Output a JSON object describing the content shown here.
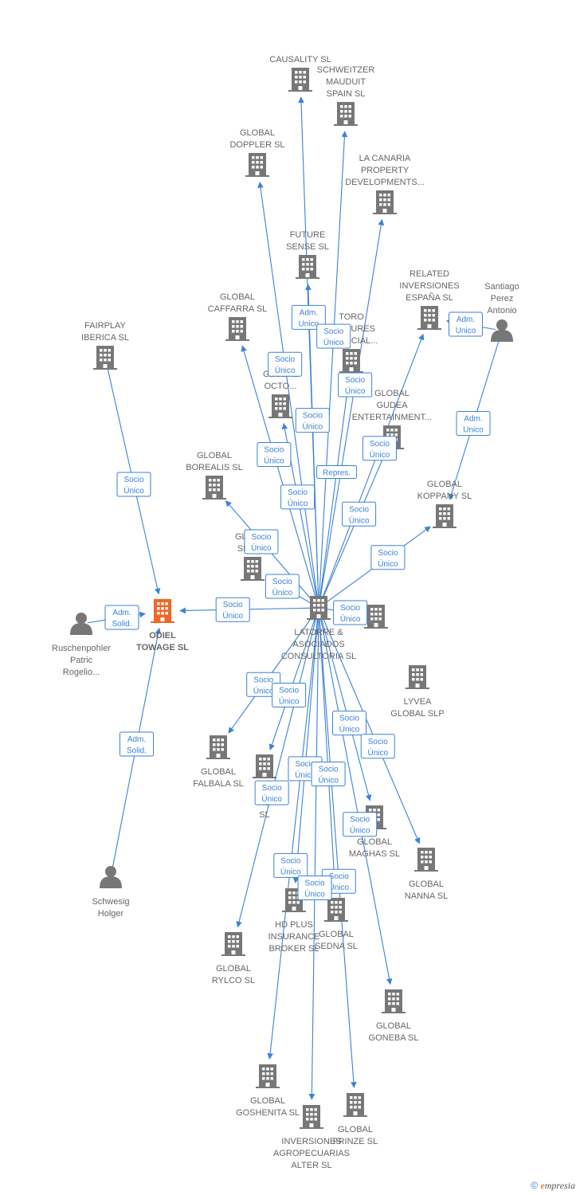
{
  "colors": {
    "edge": "#3b82d6",
    "company": "#777777",
    "focus": "#f26522",
    "person": "#777777"
  },
  "nodes": [
    {
      "id": "causality",
      "kind": "company",
      "lines": [
        "CAUSALITY  SL"
      ]
    },
    {
      "id": "schweitzer",
      "kind": "company",
      "lines": [
        "SCHWEITZER",
        "MAUDUIT",
        "SPAIN SL"
      ]
    },
    {
      "id": "doppler",
      "kind": "company",
      "lines": [
        "GLOBAL",
        "DOPPLER  SL"
      ]
    },
    {
      "id": "lacanaria",
      "kind": "company",
      "lines": [
        "LA CANARIA",
        "PROPERTY",
        "DEVELOPMENTS..."
      ]
    },
    {
      "id": "future",
      "kind": "company",
      "lines": [
        "FUTURE",
        "SENSE  SL"
      ]
    },
    {
      "id": "related",
      "kind": "company",
      "lines": [
        "RELATED",
        "INVERSIONES",
        "ESPAÑA  SL"
      ]
    },
    {
      "id": "santiago",
      "kind": "person",
      "lines": [
        "Santiago",
        "Perez",
        "Antonio"
      ]
    },
    {
      "id": "cafarra",
      "kind": "company",
      "lines": [
        "GLOBAL",
        "CAFFARRA  SL"
      ]
    },
    {
      "id": "toro",
      "kind": "company",
      "lines": [
        "TORO",
        "VENTURES",
        "FINANCIAL..."
      ]
    },
    {
      "id": "fairplay",
      "kind": "company",
      "lines": [
        "FAIRPLAY",
        "IBERICA  SL"
      ]
    },
    {
      "id": "octo",
      "kind": "company",
      "lines": [
        "GLOBAL",
        "OCTO..."
      ]
    },
    {
      "id": "gudea",
      "kind": "company",
      "lines": [
        "GLOBAL",
        "GUDEA",
        "ENTERTAINMENT..."
      ]
    },
    {
      "id": "borealis",
      "kind": "company",
      "lines": [
        "GLOBAL",
        "BOREALIS  SL"
      ]
    },
    {
      "id": "koppany",
      "kind": "company",
      "lines": [
        "GLOBAL",
        "KOPPANY  SL"
      ]
    },
    {
      "id": "shul",
      "kind": "company",
      "lines": [
        "GLOBAL",
        "SHUL..."
      ]
    },
    {
      "id": "odiel",
      "kind": "focus",
      "lines": [
        "ODIEL",
        "TOWAGE  SL"
      ]
    },
    {
      "id": "ruschen",
      "kind": "person",
      "lines": [
        "Ruschenpohler",
        "Patric",
        "Rogelio..."
      ]
    },
    {
      "id": "latorre",
      "kind": "company",
      "lines": [
        "LATORRE &",
        "ASOCIADOS",
        "CONSULTORIA  SL"
      ]
    },
    {
      "id": "rightbld",
      "kind": "company",
      "lines": []
    },
    {
      "id": "lyvea",
      "kind": "company",
      "lines": [
        "LYVEA",
        "GLOBAL  SLP"
      ]
    },
    {
      "id": "falbala",
      "kind": "company",
      "lines": [
        "GLOBAL",
        "FALBALA  SL"
      ]
    },
    {
      "id": "le",
      "kind": "company",
      "lines": [
        "LE",
        "AS",
        "SL"
      ]
    },
    {
      "id": "maghas",
      "kind": "company",
      "lines": [
        "GLOBAL",
        "MAGHAS  SL"
      ]
    },
    {
      "id": "nanna",
      "kind": "company",
      "lines": [
        "GLOBAL",
        "NANNA  SL"
      ]
    },
    {
      "id": "schwesig",
      "kind": "person",
      "lines": [
        "Schwesig",
        "Holger"
      ]
    },
    {
      "id": "hdplus",
      "kind": "company",
      "lines": [
        "HD PLUS",
        "INSURANCE",
        "BROKER  SL"
      ]
    },
    {
      "id": "sedna",
      "kind": "company",
      "lines": [
        "GLOBAL",
        "SEDNA  SL"
      ]
    },
    {
      "id": "rylco",
      "kind": "company",
      "lines": [
        "GLOBAL",
        "RYLCO  SL"
      ]
    },
    {
      "id": "goneba",
      "kind": "company",
      "lines": [
        "GLOBAL",
        "GONEBA  SL"
      ]
    },
    {
      "id": "goshenita",
      "kind": "company",
      "lines": [
        "GLOBAL",
        "GOSHENITA  SL"
      ]
    },
    {
      "id": "frinze",
      "kind": "company",
      "lines": [
        "GLOBAL",
        "FRINZE  SL"
      ]
    },
    {
      "id": "inversiones",
      "kind": "company",
      "lines": [
        "INVERSIONES",
        "AGROPECUARIAS",
        "ALTER  SL"
      ]
    }
  ],
  "edges": [
    {
      "from": "latorre",
      "to": "causality",
      "label": [
        "Adm.",
        "Unico"
      ]
    },
    {
      "from": "latorre",
      "to": "schweitzer",
      "label": [
        "Socio",
        "Único"
      ]
    },
    {
      "from": "latorre",
      "to": "doppler",
      "label": [
        "Socio",
        "Único"
      ]
    },
    {
      "from": "latorre",
      "to": "lacanaria",
      "label": [
        "Socio",
        "Único"
      ]
    },
    {
      "from": "latorre",
      "to": "future",
      "label": [
        "Socio",
        "Único"
      ]
    },
    {
      "from": "latorre",
      "to": "related",
      "label": [
        "Socio",
        "Único"
      ]
    },
    {
      "from": "latorre",
      "to": "cafarra",
      "label": [
        "Socio",
        "Único"
      ]
    },
    {
      "from": "latorre",
      "to": "toro",
      "label": [
        "Repres."
      ]
    },
    {
      "from": "latorre",
      "to": "octo",
      "label": [
        "Socio",
        "Único"
      ]
    },
    {
      "from": "latorre",
      "to": "gudea",
      "label": [
        "Socio",
        "Único"
      ]
    },
    {
      "from": "latorre",
      "to": "borealis",
      "label": [
        "Socio",
        "Único"
      ]
    },
    {
      "from": "latorre",
      "to": "koppany",
      "label": [
        "Socio",
        "Único"
      ]
    },
    {
      "from": "latorre",
      "to": "shul",
      "label": [
        "Socio",
        "Único"
      ]
    },
    {
      "from": "latorre",
      "to": "odiel",
      "label": [
        "Socio",
        "Único"
      ]
    },
    {
      "from": "latorre",
      "to": "rightbld",
      "label": [
        "Socio",
        "Único"
      ]
    },
    {
      "from": "latorre",
      "to": "falbala",
      "label": [
        "Socio",
        "Único"
      ]
    },
    {
      "from": "latorre",
      "to": "le",
      "label": [
        "Socio",
        "Único"
      ]
    },
    {
      "from": "latorre",
      "to": "maghas",
      "label": [
        "Socio",
        "Único"
      ]
    },
    {
      "from": "latorre",
      "to": "nanna",
      "label": [
        "Socio",
        "Único"
      ]
    },
    {
      "from": "latorre",
      "to": "hdplus",
      "label": [
        "Socio",
        "Único"
      ]
    },
    {
      "from": "latorre",
      "to": "sedna",
      "label": [
        "Socio",
        "Único"
      ]
    },
    {
      "from": "latorre",
      "to": "rylco",
      "label": [
        "Socio",
        "Único"
      ]
    },
    {
      "from": "latorre",
      "to": "goneba",
      "label": [
        "Socio",
        "Único"
      ]
    },
    {
      "from": "latorre",
      "to": "goshenita",
      "label": [
        "Socio",
        "Único"
      ]
    },
    {
      "from": "latorre",
      "to": "frinze",
      "label": [
        "Socio",
        "Único"
      ]
    },
    {
      "from": "latorre",
      "to": "inversiones",
      "label": [
        "Socio",
        "Único"
      ]
    },
    {
      "from": "fairplay",
      "to": "odiel",
      "label": [
        "Socio",
        "Único"
      ]
    },
    {
      "from": "ruschen",
      "to": "odiel",
      "label": [
        "Adm.",
        "Solid."
      ]
    },
    {
      "from": "schwesig",
      "to": "odiel",
      "label": [
        "Adm.",
        "Solid."
      ]
    },
    {
      "from": "santiago",
      "to": "related",
      "label": [
        "Adm.",
        "Unico"
      ]
    },
    {
      "from": "santiago",
      "to": "koppany",
      "label": [
        "Adm.",
        "Unico"
      ]
    }
  ],
  "footer": {
    "copyright": "©",
    "brand_e": "e",
    "brand_rest": "mpresia"
  }
}
